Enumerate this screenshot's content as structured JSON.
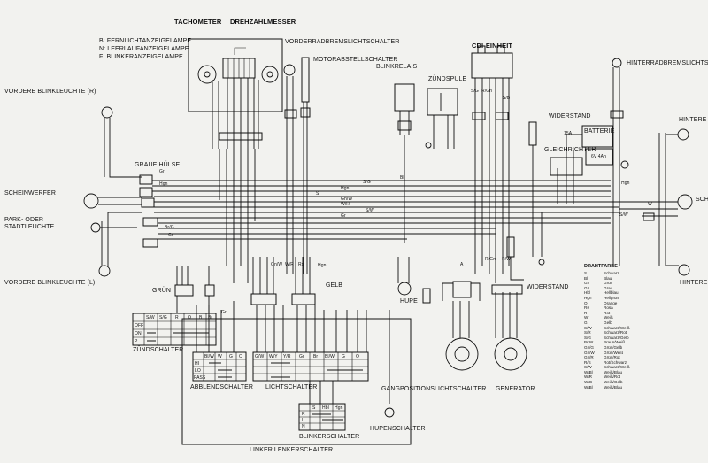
{
  "labels": {
    "tachometer": "TACHOMETER",
    "drehzahlmesser": "DREHZAHLMESSER",
    "lamp_b": "B: FERNLICHTANZEIGELAMPE",
    "lamp_n": "N: LEERLAUFANZEIGELAMPE",
    "lamp_f": "F: BLINKERANZEIGELAMPE",
    "vorderradbrems": "VORDERRADBREMSLICHTSCHALTER",
    "motorabstell": "MOTORABSTELLSCHALTER",
    "cdi": "CDI-EINHEIT",
    "hinterradbrems": "HINTERRADBREMSLICHTSCHALTER",
    "blinkrelais": "BLINKRELAIS",
    "zuendspule": "ZÜNDSPULE",
    "widerstand_top": "WIDERSTAND",
    "batterie": "BATTERIE",
    "fuse": "15A",
    "batt_spec": "6V 4Ah",
    "gleichrichter": "GLEICHRICHTER",
    "vordere_r": "VORDERE BLINKLEUCHTE (R)",
    "vordere_l": "VORDERE BLINKLEUCHTE (L)",
    "graue_huelse": "GRAUE HÜLSE",
    "scheinwerfer": "SCHEINWERFER",
    "park_1": "PARK- ODER",
    "park_2": "STADTLEUCHTE",
    "hintere_r": "HINTERE I",
    "hintere_l": "HINTERE",
    "sch": "SCH",
    "gruen": "GRÜN",
    "gelb": "GELB",
    "hupe": "HUPE",
    "widerstand_right": "WIDERSTAND",
    "zuendschalter": "ZÜNDSCHALTER",
    "abblendschalter": "ABBLENDSCHALTER",
    "lichtschalter": "LICHTSCHALTER",
    "gangposition": "GANGPOSITIONSLICHTSCHALTER",
    "generator": "GENERATOR",
    "hupenschalter": "HUPENSCHALTER",
    "blinkerschalter": "BLINKERSCHALTER",
    "linker_lenker": "LINKER LENKERSCHALTER",
    "arrow_a": "A"
  },
  "wire_codes": [
    "Bl",
    "S/G",
    "Hgn",
    "S",
    "Gn/W",
    "W/R",
    "S/W",
    "Gr",
    "G",
    "Br",
    "Hgn",
    "Bl",
    "W",
    "S/W",
    "S/W",
    "Gr",
    "Br/G",
    "Bl",
    "Gn",
    "W/Bl",
    "Gn/W",
    "W/R",
    "Rs",
    "Bl",
    "O",
    "Hgn",
    "S/W",
    "R/Gn",
    "S/B",
    "R/W",
    "S/G",
    "Gn/W",
    "R/Gn",
    "S/W"
  ],
  "switch_tables": {
    "zuend": {
      "cols": [
        "S/W",
        "S/G",
        "R",
        "O",
        "B",
        "Br"
      ],
      "rows": [
        "OFF",
        "ON",
        "P"
      ]
    },
    "abblend": {
      "cols": [
        "Bl/W",
        "W",
        "G",
        "O"
      ],
      "rows": [
        "HI",
        "LO",
        "PASS"
      ]
    },
    "licht": {
      "cols": [
        "G/W",
        "W/Y",
        "Y/R",
        "Gr",
        "Br",
        "Bl/W",
        "G",
        "O"
      ],
      "rows": [
        "",
        "",
        ""
      ]
    },
    "blinker": {
      "cols": [
        "S",
        "Hbl",
        "Hgn"
      ],
      "rows": [
        "R",
        "L",
        "N"
      ]
    }
  },
  "legend": {
    "title": "DRAHTFARBE",
    "rows": [
      [
        "S",
        "Schwarz"
      ],
      [
        "Bl",
        "Blau"
      ],
      [
        "Gn",
        "Grün"
      ],
      [
        "Gr",
        "Grau"
      ],
      [
        "Hbl",
        "Hellblau"
      ],
      [
        "Hgn",
        "Hellgrün"
      ],
      [
        "O",
        "Orange"
      ],
      [
        "Rs",
        "Rosa"
      ],
      [
        "R",
        "Rot"
      ],
      [
        "W",
        "Weiß"
      ],
      [
        "G",
        "Gelb"
      ],
      [
        "S/W",
        "Schwarz/Weiß"
      ],
      [
        "S/R",
        "Schwarz/Rot"
      ],
      [
        "S/G",
        "Schwarz/Gelb"
      ],
      [
        "Br/W",
        "Braun/Weiß"
      ],
      [
        "Gn/G",
        "Grün/Gelb"
      ],
      [
        "Gn/W",
        "Grün/Weiß"
      ],
      [
        "Gn/R",
        "Grün/Rot"
      ],
      [
        "R/S",
        "Rot/Schwarz"
      ],
      [
        "S/W",
        "Schwarz/Weiß"
      ],
      [
        "W/Bl",
        "Weiß/Blau"
      ],
      [
        "W/R",
        "Weiß/Rot"
      ],
      [
        "W/G",
        "Weiß/Gelb"
      ],
      [
        "W/Bl",
        "Weiß/Blau"
      ]
    ]
  }
}
